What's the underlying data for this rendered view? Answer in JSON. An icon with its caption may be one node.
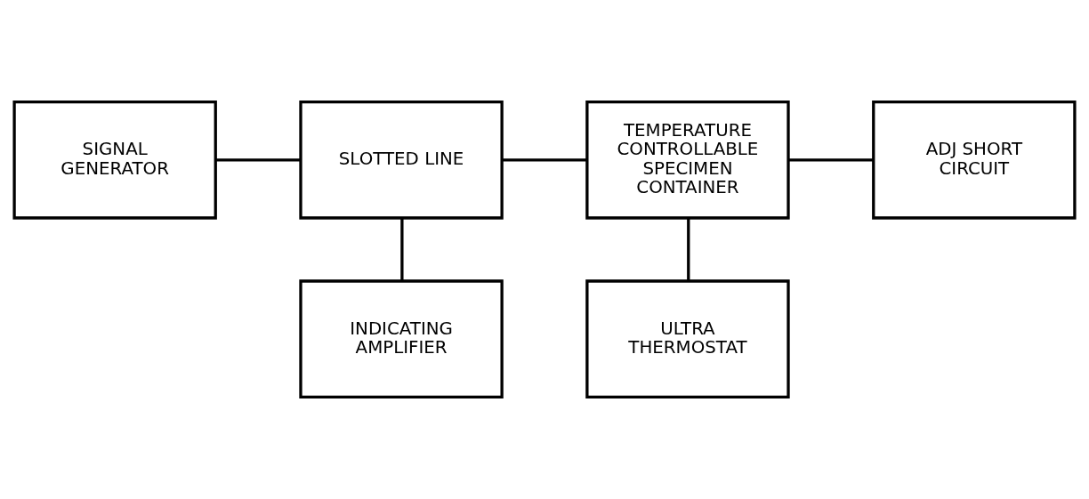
{
  "diagram": {
    "nodes": [
      {
        "text": [
          "INDICATING AMPLIFIER"
        ]
      },
      {
        "text": [
          "SIGNAL GENERATOR"
        ]
      },
      {
        "text": [
          "SLOTTED LINE"
        ]
      },
      {
        "text": [
          "TEMPERATURE CONTROLLABLE SPECIMEN CONTAINER"
        ]
      },
      {
        "text": [
          "ADJ SHORT CIRCUIT"
        ]
      },
      {
        "text": [
          "ULTRA THERMOSTAT"
        ]
      }
    ],
    "edges": [
      {
        "from": 2,
        "to": 0,
        "arrow": "none"
      },
      {
        "from": 1,
        "to": 2,
        "arrow": "none"
      },
      {
        "from": 2,
        "to": 3,
        "arrow": "none"
      },
      {
        "from": 3,
        "to": 4,
        "arrow": "none"
      },
      {
        "from": 3,
        "to": 5,
        "arrow": "none"
      }
    ]
  }
}
